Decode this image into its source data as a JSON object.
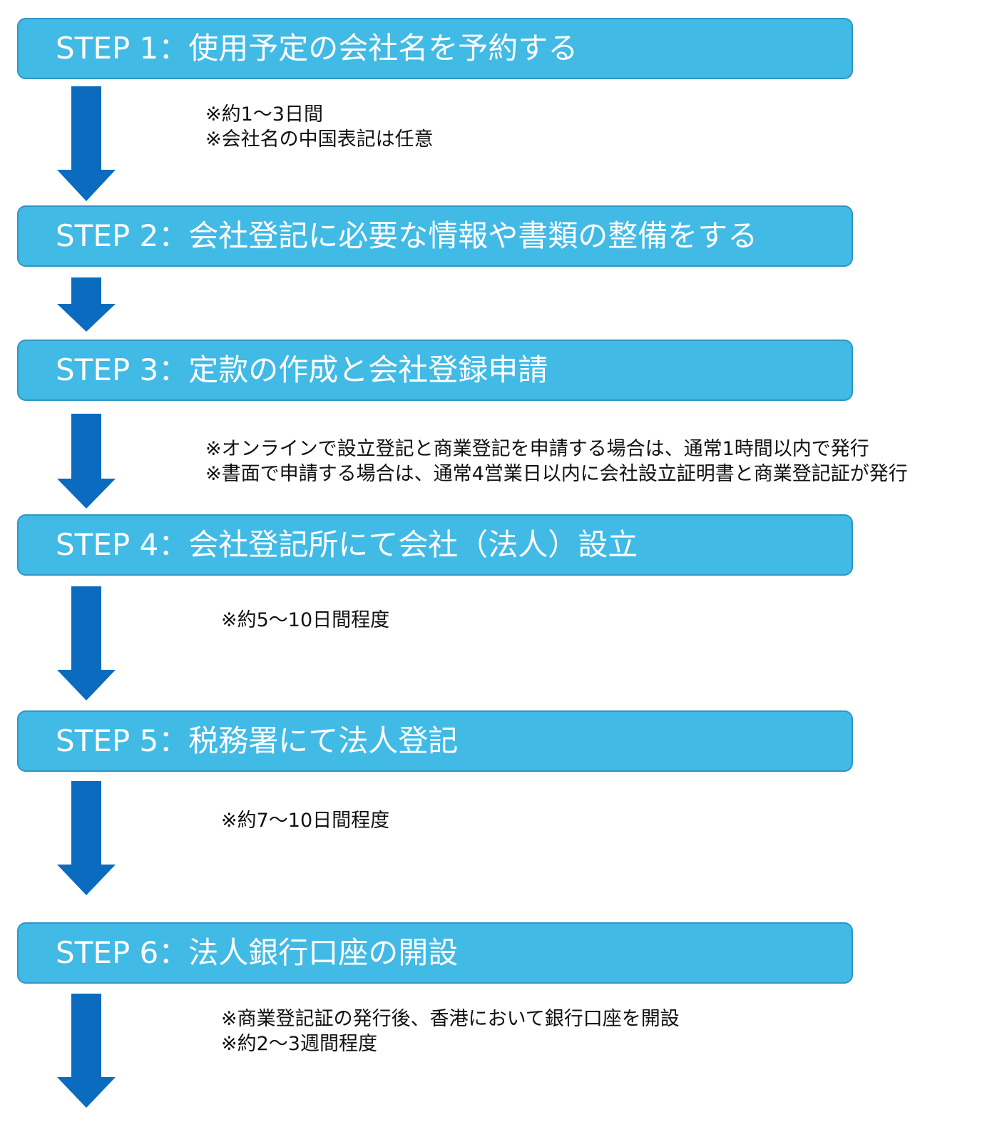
{
  "steps": [
    {
      "label": "STEP 1：使用予定の会社名を予約する"
    },
    {
      "label": "STEP 2：会社登記に必要な情報や書類の整備をする"
    },
    {
      "label": "STEP 3：定款の作成と会社登録申請"
    },
    {
      "label": "STEP 4：会社登記所にて会社（法人）設立"
    },
    {
      "label": "STEP 5：税務署にて法人登記"
    },
    {
      "label": "STEP 6：法人銀行口座の開設"
    }
  ],
  "notes": {
    "after_step1": [
      "※約1～3日間",
      "※会社名の中国表記は任意"
    ],
    "after_step3": [
      "※オンラインで設立登記と商業登記を申請する場合は、通常1時間以内で発行",
      "※書面で申請する場合は、通常4営業日以内に会社設立証明書と商業登記証が発行"
    ],
    "after_step4": [
      "※約5～10日間程度"
    ],
    "after_step5": [
      "※約7～10日間程度"
    ],
    "after_step6": [
      "※商業登記証の発行後、香港において銀行口座を開設",
      "※約2～3週間程度"
    ]
  },
  "colors": {
    "step_fill": "#41bae6",
    "step_border": "#2f95c8",
    "arrow": "#0a6bbf"
  },
  "icons": {
    "connector": "down-arrow-icon"
  }
}
